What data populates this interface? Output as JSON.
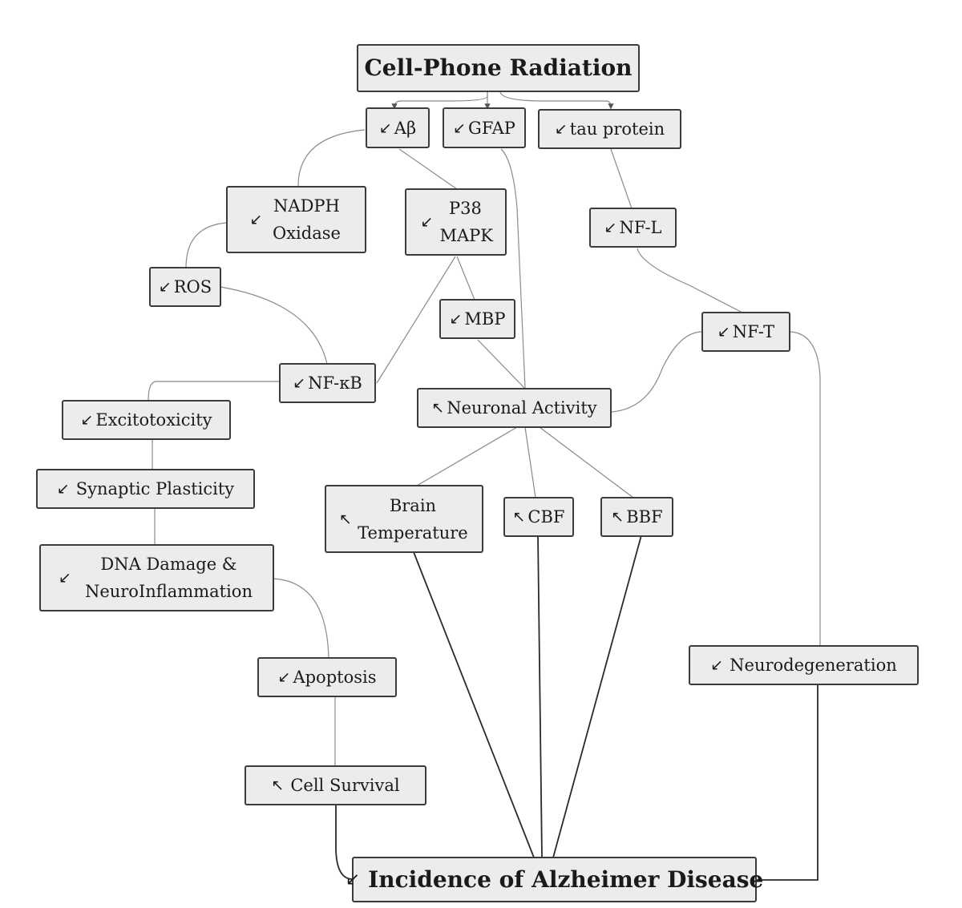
{
  "nodes": {
    "cell_phone_radiation": {
      "label": "Cell-Phone Radiation"
    },
    "abeta": {
      "arrow": "↙",
      "label": "Aβ"
    },
    "gfap": {
      "arrow": "↙",
      "label": "GFAP"
    },
    "tau_protein": {
      "arrow": "↙",
      "label": "tau protein"
    },
    "nadph_oxidase": {
      "arrow": "↙",
      "label": "NADPH Oxidase"
    },
    "p38_mapk": {
      "arrow": "↙",
      "label": "P38 MAPK"
    },
    "nf_l": {
      "arrow": "↙",
      "label": "NF-L"
    },
    "ros": {
      "arrow": "↙",
      "label": "ROS"
    },
    "mbp": {
      "arrow": "↙",
      "label": "MBP"
    },
    "nf_t": {
      "arrow": "↙",
      "label": "NF-T"
    },
    "nf_kb": {
      "arrow": "↙",
      "label": "NF-κB"
    },
    "neuronal_activity": {
      "arrow": "↖",
      "label": "Neuronal Activity"
    },
    "excitotoxicity": {
      "arrow": "↙",
      "label": "Excitotoxicity"
    },
    "synaptic_plasticity": {
      "arrow": "↙",
      "label": "Synaptic Plasticity"
    },
    "brain_temperature": {
      "arrow": "↖",
      "label": "Brain Temperature"
    },
    "cbf": {
      "arrow": "↖",
      "label": "CBF"
    },
    "bbf": {
      "arrow": "↖",
      "label": "BBF"
    },
    "dna_damage": {
      "arrow": "↙",
      "label": "DNA Damage & NeuroInflammation"
    },
    "apoptosis": {
      "arrow": "↙",
      "label": "Apoptosis"
    },
    "neurodegeneration": {
      "arrow": "↙",
      "label": "Neurodegeneration"
    },
    "cell_survival": {
      "arrow": "↖",
      "label": "Cell Survival"
    },
    "alzheimer": {
      "arrow": "↙",
      "label": "Incidence of Alzheimer Disease"
    }
  }
}
